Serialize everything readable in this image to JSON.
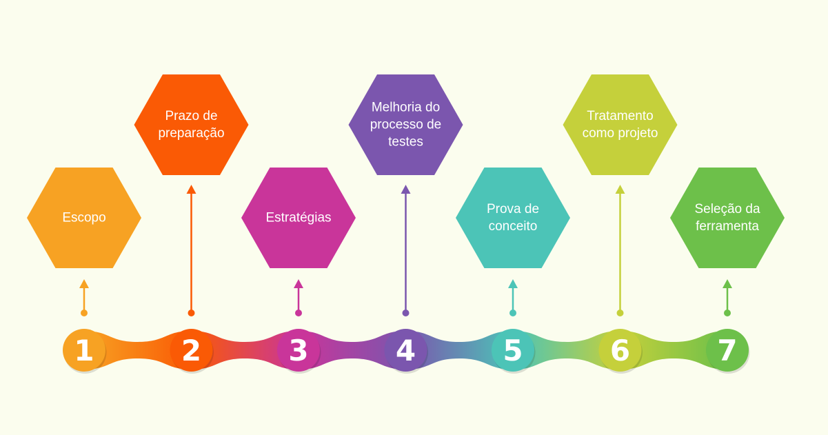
{
  "steps": [
    {
      "number": "1",
      "label_lines": [
        "Escopo"
      ],
      "color": "#F7A223"
    },
    {
      "number": "2",
      "label_lines": [
        "Prazo de",
        "preparação"
      ],
      "color": "#FA5A05"
    },
    {
      "number": "3",
      "label_lines": [
        "Estratégias"
      ],
      "color": "#C9359A"
    },
    {
      "number": "4",
      "label_lines": [
        "Melhoria do",
        "processo de",
        "testes"
      ],
      "color": "#7B56AE"
    },
    {
      "number": "5",
      "label_lines": [
        "Prova de",
        "conceito"
      ],
      "color": "#4CC4B7"
    },
    {
      "number": "6",
      "label_lines": [
        "Tratamento",
        "como projeto"
      ],
      "color": "#C5D03B"
    },
    {
      "number": "7",
      "label_lines": [
        "Seleção da",
        "ferramenta"
      ],
      "color": "#6DC04A"
    }
  ]
}
